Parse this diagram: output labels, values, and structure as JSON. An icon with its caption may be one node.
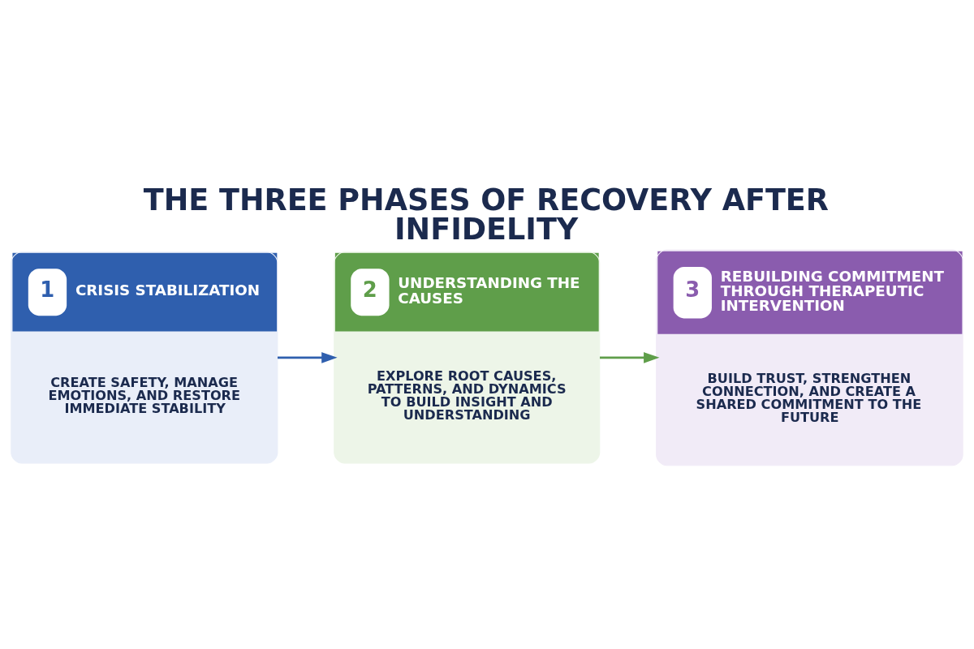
{
  "diagram": {
    "title": "THE THREE PHASES OF RECOVERY AFTER INFIDELITY",
    "nodes": [
      {
        "text": [
          "1",
          "CRISIS STABILIZATION",
          "CREATE SAFETY, MANAGE EMOTIONS, AND RESTORE IMMEDIATE STABILITY"
        ]
      },
      {
        "text": [
          "2",
          "UNDERSTANDING THE CAUSES",
          "EXPLORE ROOT CAUSES, PATTERNS, AND DYNAMICS TO BUILD INSIGHT AND UNDERSTANDING"
        ]
      },
      {
        "text": [
          "3",
          "REBUILDING COMMITMENT THROUGH THERAPEUTIC INTERVENTION",
          "BUILD TRUST, STRENGTHEN CONNECTION, AND CREATE A SHARED COMMITMENT TO THE FUTURE"
        ]
      }
    ],
    "edges": [
      {
        "from": 0,
        "to": 1,
        "arrow": "to",
        "color": "#2f5fae"
      },
      {
        "from": 1,
        "to": 2,
        "arrow": "to",
        "color": "#5f9e4a"
      }
    ]
  }
}
